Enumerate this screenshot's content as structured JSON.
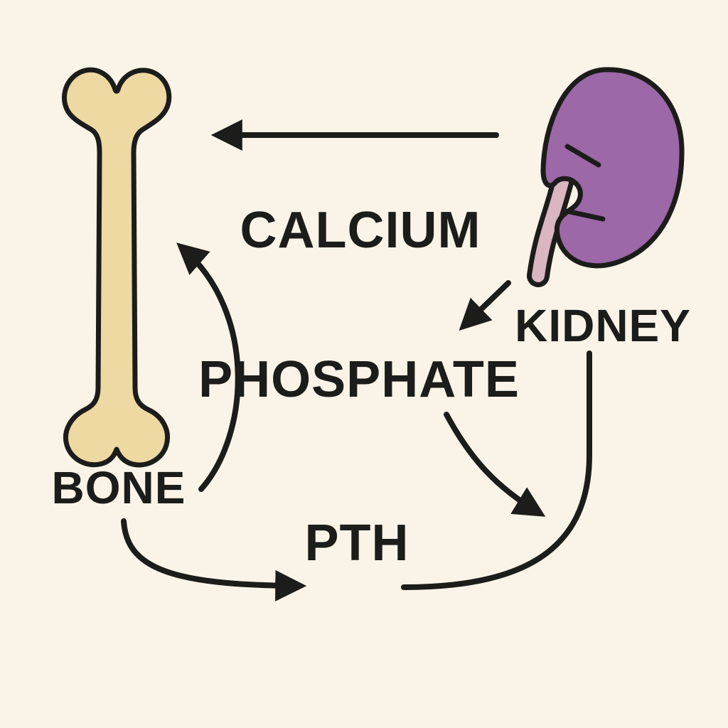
{
  "diagram": {
    "labels": {
      "calcium": "CALCIUM",
      "kidney": "KIDNEY",
      "phosphate": "PHOSPHATE",
      "bone": "BONE",
      "pth": "PTH"
    },
    "icons": {
      "bone": "bone-icon",
      "kidney": "kidney-icon"
    },
    "colors": {
      "background": "#FAF4E8",
      "bone_fill": "#EDD9A1",
      "kidney_fill": "#9C68A8",
      "ureter_fill": "#D9B6C1",
      "outline": "#1C1C1A",
      "text": "#1C1C1A",
      "arrow": "#1C1C1A"
    }
  }
}
